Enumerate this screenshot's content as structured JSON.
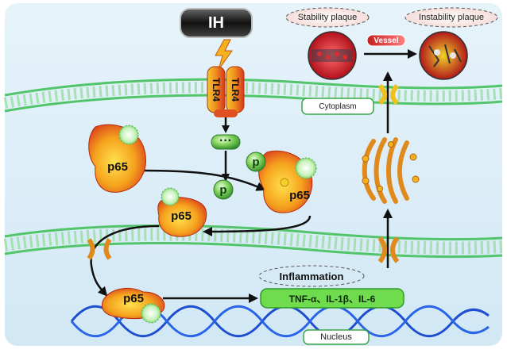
{
  "stimulus": {
    "label": "IH"
  },
  "receptor": {
    "label_a": "TLR4",
    "label_b": "TLR4"
  },
  "adaptor": {
    "label": "···"
  },
  "phospho": {
    "p1": "p",
    "p2": "p"
  },
  "protein": {
    "p65_inactive": "p65",
    "p65_phosphorylated": "p65",
    "p65_free": "p65",
    "p65_nuclear": "p65"
  },
  "plaques": {
    "stable": "Stability plaque",
    "unstable": "Instability plaque",
    "vessel": "Vessel"
  },
  "compartments": {
    "cytoplasm": "Cytoplasm",
    "nucleus": "Nucleus"
  },
  "process": {
    "inflammation": "Inflammation"
  },
  "cytokines": {
    "label": "TNF-α、IL-1β、IL-6"
  },
  "colors": {
    "background": "#dceef8",
    "membrane": "#52c46a",
    "arrow": "#111111",
    "p65_orange": "#f0a020",
    "p65_red": "#d8361e",
    "phospho_green": "#6fcf5a",
    "cytokine_box": "#6fdc4e",
    "dna_blue": "#1f4fd0"
  }
}
